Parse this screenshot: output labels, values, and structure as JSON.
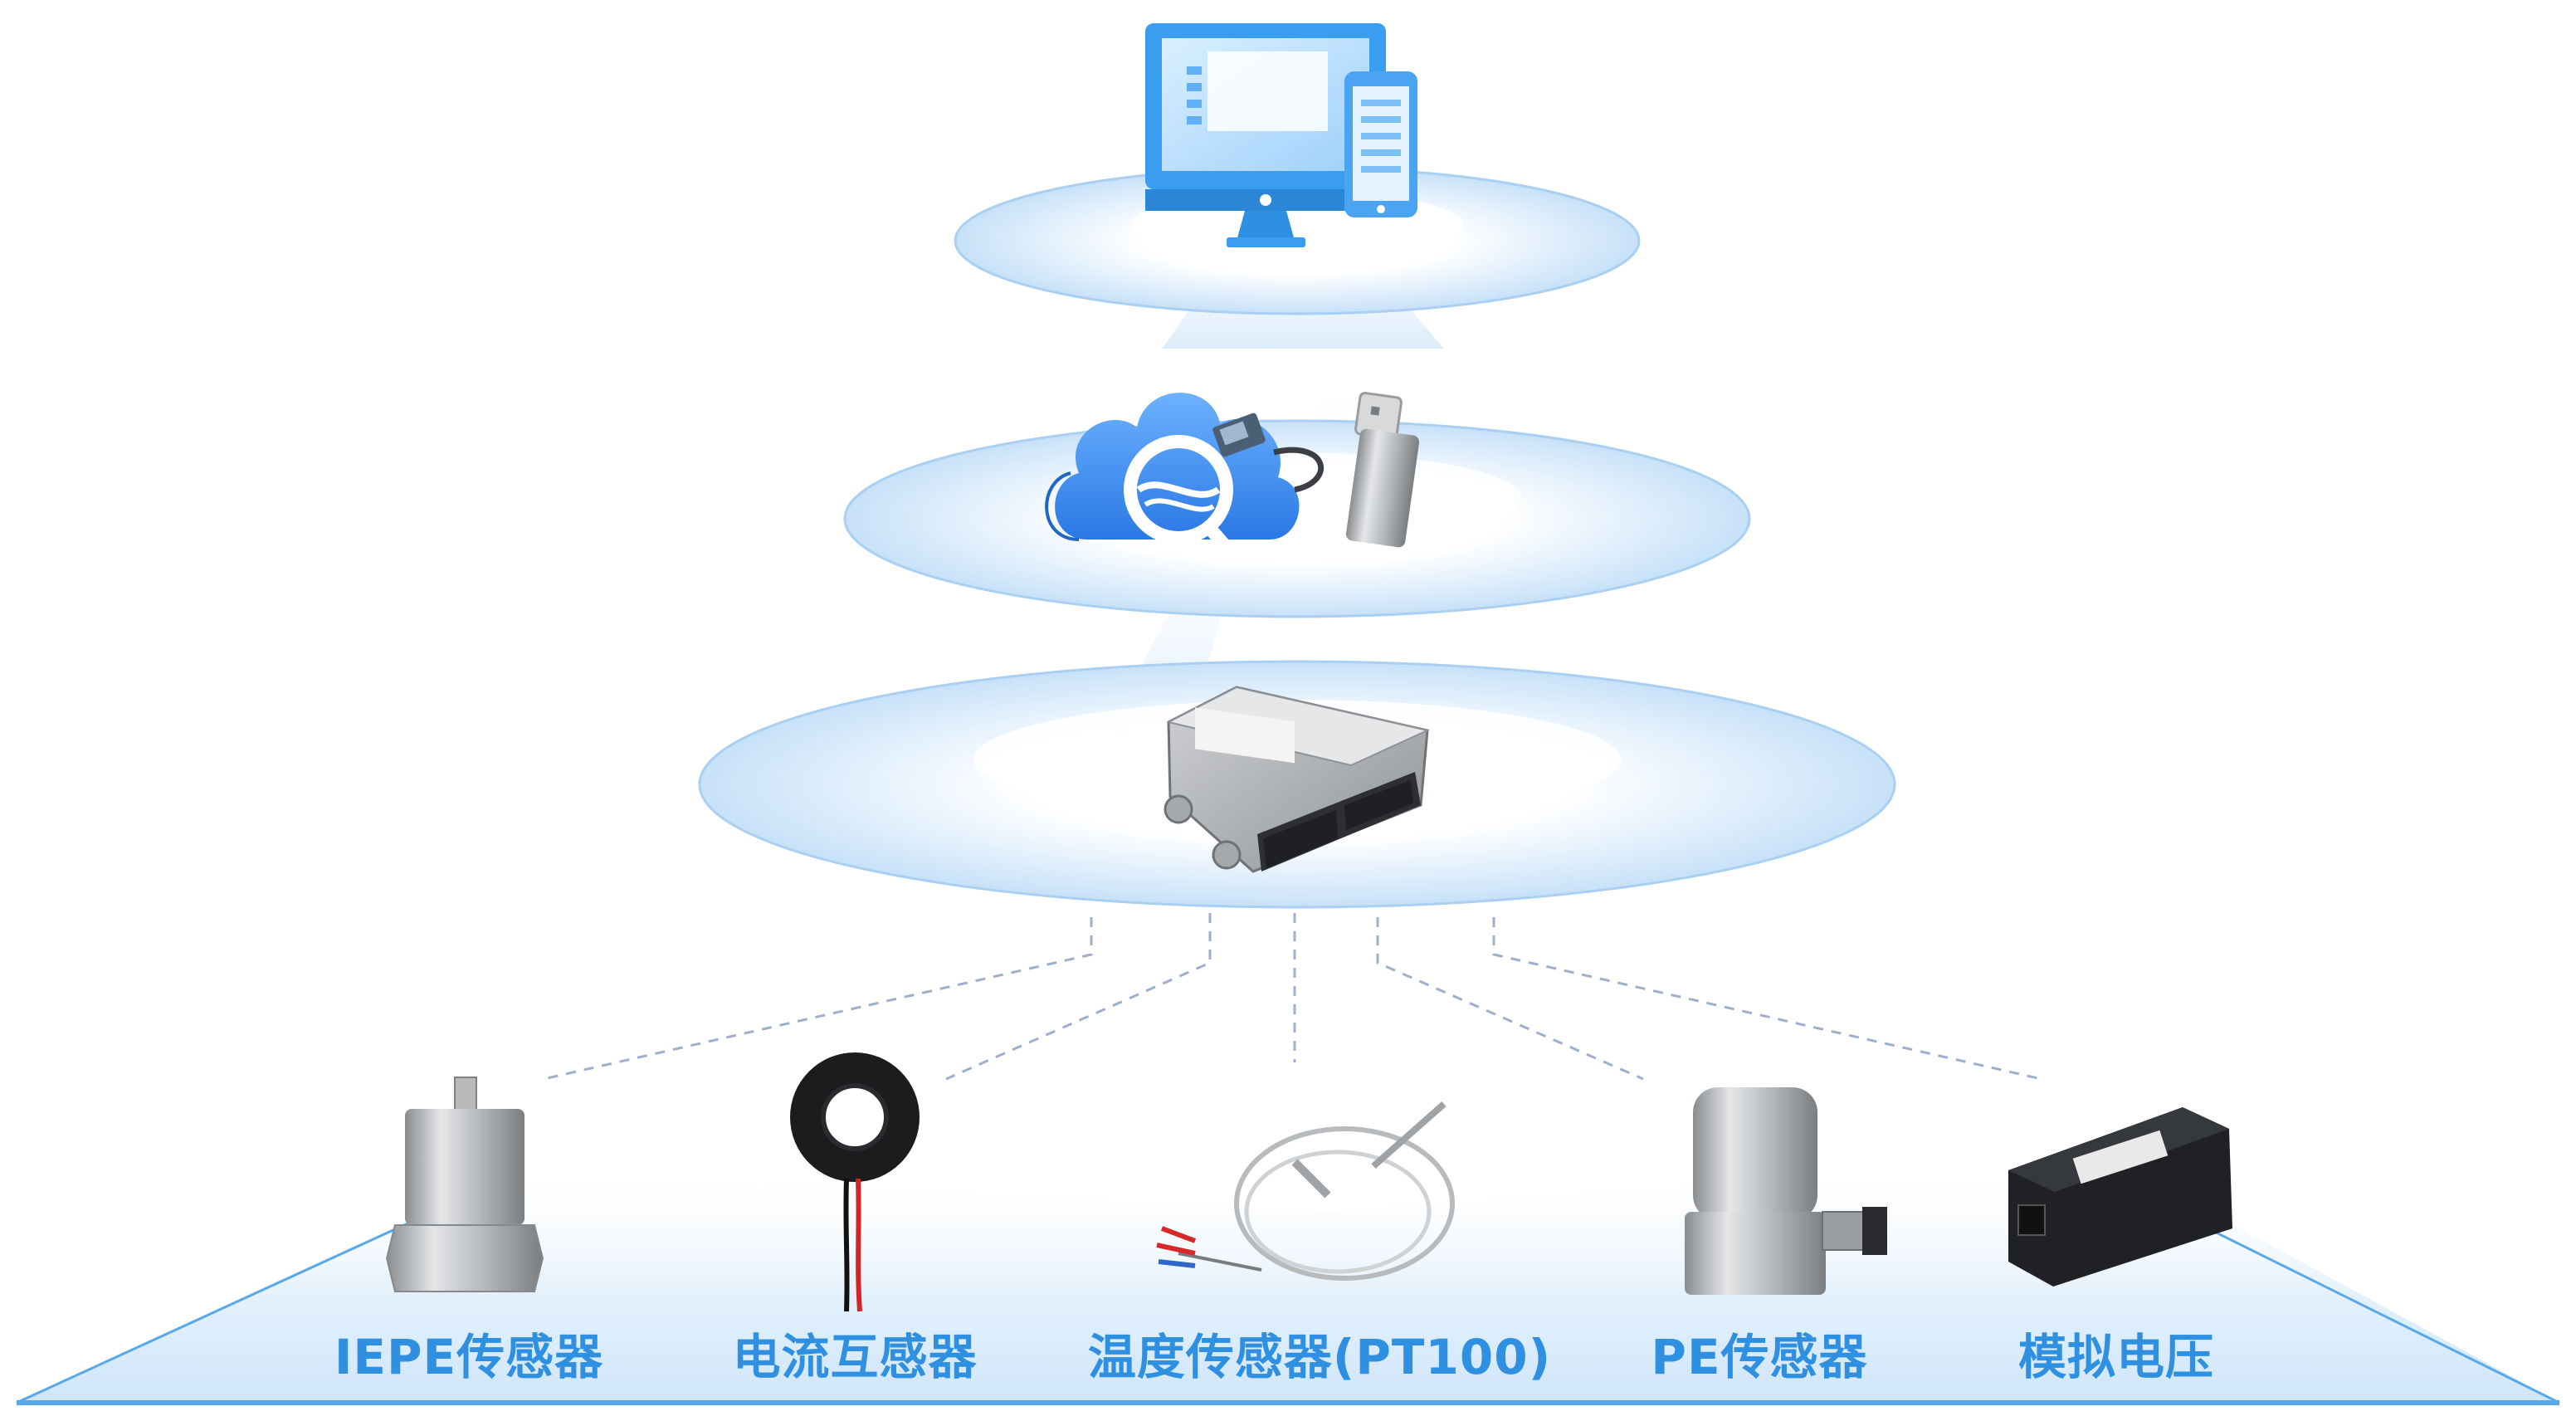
{
  "sensors": [
    {
      "label": "IEPE传感器"
    },
    {
      "label": "电流互感器"
    },
    {
      "label": "温度传感器(PT100)"
    },
    {
      "label": "PE传感器"
    },
    {
      "label": "模拟电压"
    }
  ],
  "icons": {
    "top_layer": [
      "desktop-monitor-icon",
      "smartphone-icon"
    ],
    "middle_layer": [
      "cloud-logo-icon",
      "ethernet-cable-icon",
      "usb-dongle-icon"
    ],
    "bottom_layer": [
      "data-acquisition-box-icon"
    ]
  },
  "colors": {
    "accent": "#2f8fe0",
    "ring_light": "#eaf4fd",
    "ring_edge": "#6eb2ea",
    "cloud": "#3d8ff0",
    "monitor": "#3a9df0"
  }
}
